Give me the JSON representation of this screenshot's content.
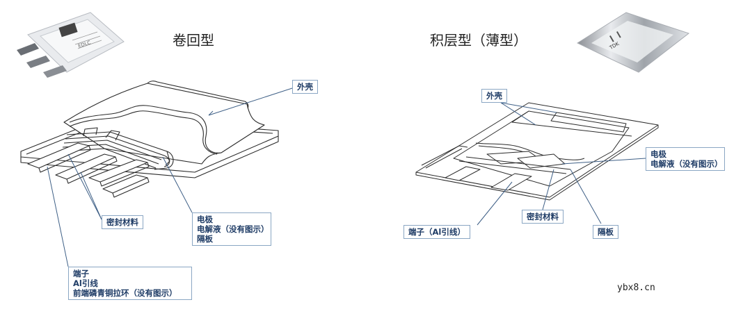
{
  "left": {
    "title": "卷回型",
    "labels": {
      "case": "外壳",
      "sealant": "密封材料",
      "electrode": [
        "电极",
        "电解液（没有图示）",
        "隔板"
      ],
      "terminal": [
        "端子",
        "Al引线",
        "前端磷青铜拉环（没有图示）"
      ]
    }
  },
  "right": {
    "title": "积层型（薄型）",
    "labels": {
      "case": "外壳",
      "electrode": [
        "电极",
        "电解液（没有图示）"
      ],
      "terminal": "端子（Al引线）",
      "sealant": "密封材料",
      "separator": "隔板"
    }
  },
  "photos": {
    "left_product_text": "EDLC",
    "right_product_text": "TDK"
  },
  "watermark": "ybx8.cn",
  "colors": {
    "label_border": "#8aa6c3",
    "label_text": "#1f3c66",
    "line": "#2a2a2a",
    "leader": "#3e5f86"
  }
}
